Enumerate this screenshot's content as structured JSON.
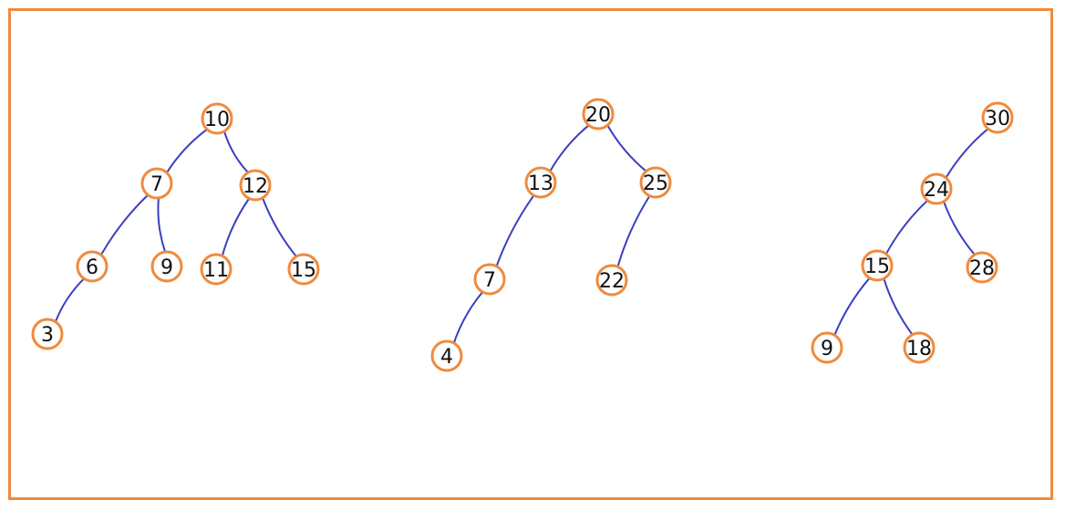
{
  "colors": {
    "frame": "#f08a3c",
    "node_stroke": "#f08a3c",
    "edge": "#3b3fbf",
    "text": "#111111"
  },
  "trees": [
    {
      "id": "tree-1",
      "nodes": [
        {
          "id": "t1-n10",
          "label": "10"
        },
        {
          "id": "t1-n7",
          "label": "7"
        },
        {
          "id": "t1-n12",
          "label": "12"
        },
        {
          "id": "t1-n6",
          "label": "6"
        },
        {
          "id": "t1-n9",
          "label": "9"
        },
        {
          "id": "t1-n11",
          "label": "11"
        },
        {
          "id": "t1-n15",
          "label": "15"
        },
        {
          "id": "t1-n3",
          "label": "3"
        }
      ],
      "edges": [
        [
          "t1-n10",
          "t1-n7"
        ],
        [
          "t1-n10",
          "t1-n12"
        ],
        [
          "t1-n7",
          "t1-n6"
        ],
        [
          "t1-n7",
          "t1-n9"
        ],
        [
          "t1-n12",
          "t1-n11"
        ],
        [
          "t1-n12",
          "t1-n15"
        ],
        [
          "t1-n6",
          "t1-n3"
        ]
      ]
    },
    {
      "id": "tree-2",
      "nodes": [
        {
          "id": "t2-n20",
          "label": "20"
        },
        {
          "id": "t2-n13",
          "label": "13"
        },
        {
          "id": "t2-n25",
          "label": "25"
        },
        {
          "id": "t2-n7",
          "label": "7"
        },
        {
          "id": "t2-n22",
          "label": "22"
        },
        {
          "id": "t2-n4",
          "label": "4"
        }
      ],
      "edges": [
        [
          "t2-n20",
          "t2-n13"
        ],
        [
          "t2-n20",
          "t2-n25"
        ],
        [
          "t2-n13",
          "t2-n7"
        ],
        [
          "t2-n25",
          "t2-n22"
        ],
        [
          "t2-n7",
          "t2-n4"
        ]
      ]
    },
    {
      "id": "tree-3",
      "nodes": [
        {
          "id": "t3-n30",
          "label": "30"
        },
        {
          "id": "t3-n24",
          "label": "24"
        },
        {
          "id": "t3-n15",
          "label": "15"
        },
        {
          "id": "t3-n28",
          "label": "28"
        },
        {
          "id": "t3-n9",
          "label": "9"
        },
        {
          "id": "t3-n18",
          "label": "18"
        }
      ],
      "edges": [
        [
          "t3-n30",
          "t3-n24"
        ],
        [
          "t3-n24",
          "t3-n15"
        ],
        [
          "t3-n24",
          "t3-n28"
        ],
        [
          "t3-n15",
          "t3-n9"
        ],
        [
          "t3-n15",
          "t3-n18"
        ]
      ]
    }
  ]
}
